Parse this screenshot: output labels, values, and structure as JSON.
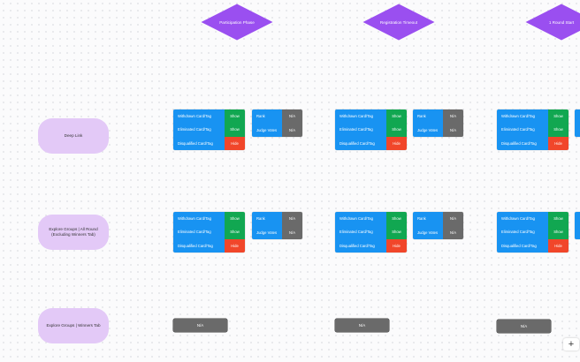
{
  "phases": [
    "Participation Phase",
    "Registration Timeout",
    "1 Round Start"
  ],
  "rows": [
    {
      "label": "Deep Link"
    },
    {
      "label_lines": [
        "Explore Groups | All Round",
        "(Excluding Winners Tab)"
      ]
    },
    {
      "label": "Explore Groups | Winners Tab"
    }
  ],
  "visibility_card": {
    "items": [
      {
        "label": "Withdrawn Card/Tag",
        "value": "Show",
        "status": "green"
      },
      {
        "label": "Eliminated Card/Tag",
        "value": "Show",
        "status": "green"
      },
      {
        "label": "Disqualified Card/Tag",
        "value": "Hide",
        "status": "red"
      }
    ]
  },
  "rank_card": {
    "items": [
      {
        "label": "Rank",
        "value": "N/A"
      },
      {
        "label": "Judge Votes",
        "value": "N/A"
      }
    ]
  },
  "winners_tab_value": "N/A",
  "zoom_in_label": "+",
  "colors": {
    "diamond": "#9a4ff0",
    "row_label_bg": "#e3c9f7",
    "card_blue": "#1893f2",
    "show_green": "#11a751",
    "hide_red": "#f1462a",
    "na_grey": "#6a6a6a"
  }
}
